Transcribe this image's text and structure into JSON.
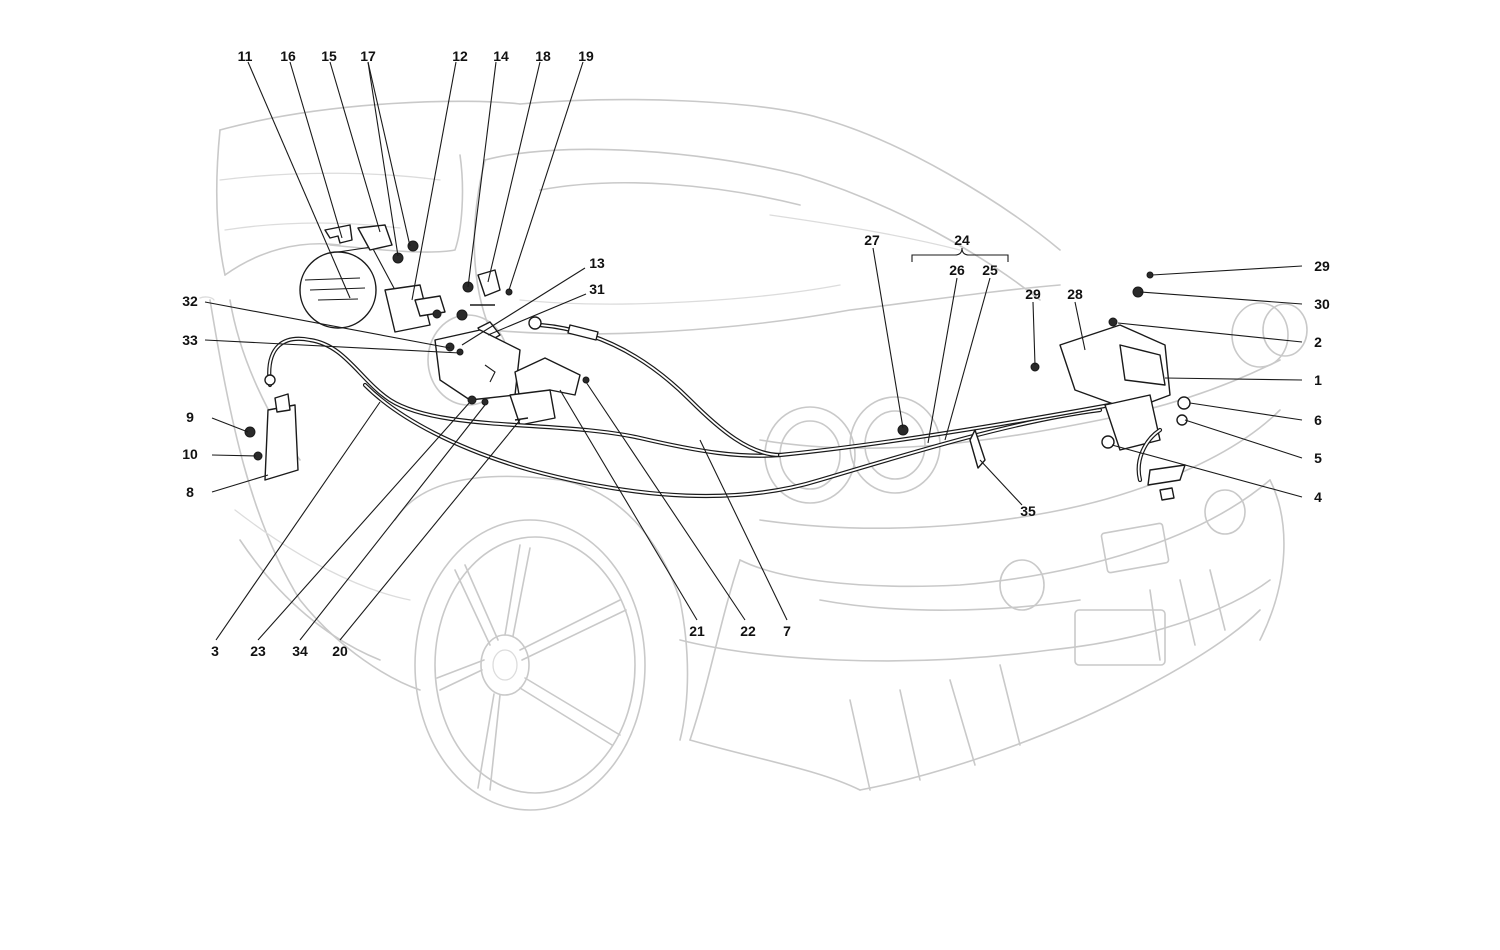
{
  "diagram": {
    "callouts": [
      {
        "id": "11",
        "label": "11"
      },
      {
        "id": "16",
        "label": "16"
      },
      {
        "id": "15",
        "label": "15"
      },
      {
        "id": "17",
        "label": "17"
      },
      {
        "id": "12",
        "label": "12"
      },
      {
        "id": "14",
        "label": "14"
      },
      {
        "id": "18",
        "label": "18"
      },
      {
        "id": "19",
        "label": "19"
      },
      {
        "id": "13",
        "label": "13"
      },
      {
        "id": "31",
        "label": "31"
      },
      {
        "id": "32",
        "label": "32"
      },
      {
        "id": "33",
        "label": "33"
      },
      {
        "id": "9",
        "label": "9"
      },
      {
        "id": "10",
        "label": "10"
      },
      {
        "id": "8",
        "label": "8"
      },
      {
        "id": "3",
        "label": "3"
      },
      {
        "id": "23",
        "label": "23"
      },
      {
        "id": "34",
        "label": "34"
      },
      {
        "id": "20",
        "label": "20"
      },
      {
        "id": "21",
        "label": "21"
      },
      {
        "id": "22",
        "label": "22"
      },
      {
        "id": "7",
        "label": "7"
      },
      {
        "id": "27",
        "label": "27"
      },
      {
        "id": "24",
        "label": "24"
      },
      {
        "id": "26",
        "label": "26"
      },
      {
        "id": "25",
        "label": "25"
      },
      {
        "id": "29a",
        "label": "29"
      },
      {
        "id": "28",
        "label": "28"
      },
      {
        "id": "29b",
        "label": "29"
      },
      {
        "id": "30",
        "label": "30"
      },
      {
        "id": "2",
        "label": "2"
      },
      {
        "id": "1",
        "label": "1"
      },
      {
        "id": "6",
        "label": "6"
      },
      {
        "id": "5",
        "label": "5"
      },
      {
        "id": "4",
        "label": "4"
      },
      {
        "id": "35",
        "label": "35"
      }
    ]
  }
}
